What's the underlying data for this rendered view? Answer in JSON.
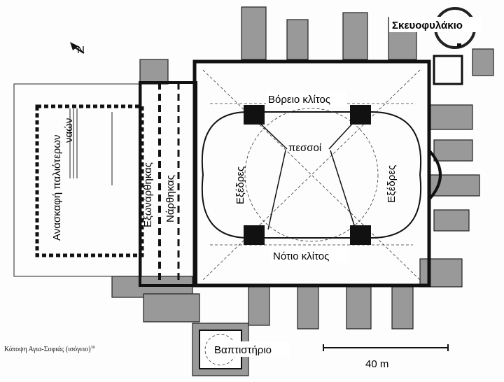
{
  "diagram": {
    "labels": {
      "skeuophylakio": "Σκευοφυλάκιο",
      "north_aisle": "Βόρειο κλίτος",
      "piers": "πεσσοί",
      "exedra_left": "Εξέδρες",
      "exedra_right": "Εξέδρες",
      "south_aisle": "Νότιο κλίτος",
      "baptistery": "Βαπτιστήριο",
      "exonarthex": "Εξωνάρθηκας",
      "narthex": "Νάρθηκας",
      "excavation_line1": "Ανασκαφή παλιότερων",
      "excavation_line2": "ναών",
      "north_arrow": "N"
    },
    "scale_bar": "40 m",
    "caption": "Κάτοψη Αγια-Σοφιάς (ισόγειο)",
    "caption_note": "30"
  }
}
